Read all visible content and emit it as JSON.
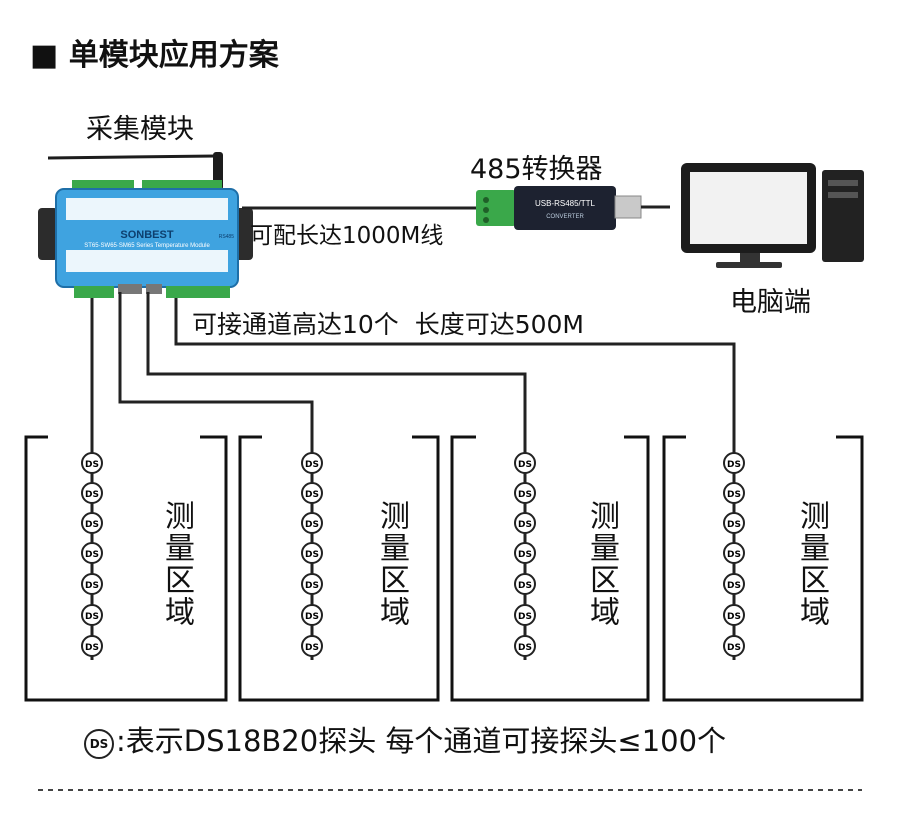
{
  "section_title": "■ 单模块应用方案",
  "module": {
    "title": "采集模块",
    "brand": "SONBEST",
    "series_label": "ST65·SW65·SM65 Series Temperature Module",
    "side_label": "RS485"
  },
  "converter": {
    "title": "485转换器",
    "label_main": "USB-RS485/TTL",
    "label_sub": "CONVERTER"
  },
  "computer": {
    "title": "电脑端"
  },
  "cable_note": "可配长达1000M线",
  "channel_note": "可接通道高达10个  长度可达500M",
  "zones": [
    {
      "label": "测量区域"
    },
    {
      "label": "测量区域"
    },
    {
      "label": "测量区域"
    },
    {
      "label": "测量区域"
    }
  ],
  "probe_label": "DS",
  "legend": {
    "symbol": "DS",
    "text": ":表示DS18B20探头 每个通道可接探头≤100个"
  },
  "colors": {
    "module_blue": "#3fa3e0",
    "terminal_green": "#3aa84a",
    "line": "#222222"
  }
}
